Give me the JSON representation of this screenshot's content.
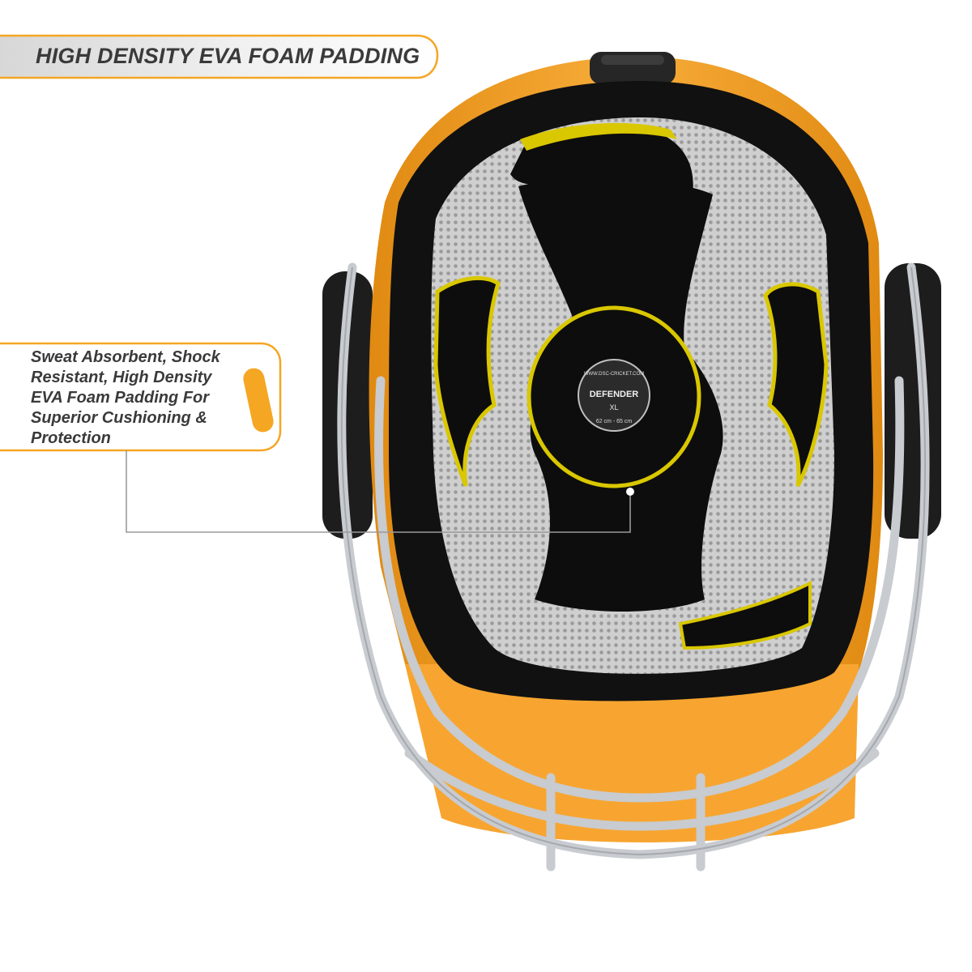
{
  "heading": "HIGH DENSITY EVA FOAM PADDING",
  "callout": {
    "lines": [
      "Sweat Absorbent, Shock",
      "Resistant, High Density",
      "EVA Foam Padding For",
      "Superior Cushioning &",
      "Protection"
    ]
  },
  "badge": {
    "url": "WWW.DSC-CRICKET.COM",
    "model": "DEFENDER",
    "size": "XL",
    "range": "62 cm - 65 cm"
  },
  "colors": {
    "accent": "#f5a623",
    "helmet_shell": "#f6a530",
    "padding": "#0f0f0f",
    "foam": "#e6d400",
    "mesh": "#c9c9c9",
    "grille": "#c8cbcf"
  }
}
